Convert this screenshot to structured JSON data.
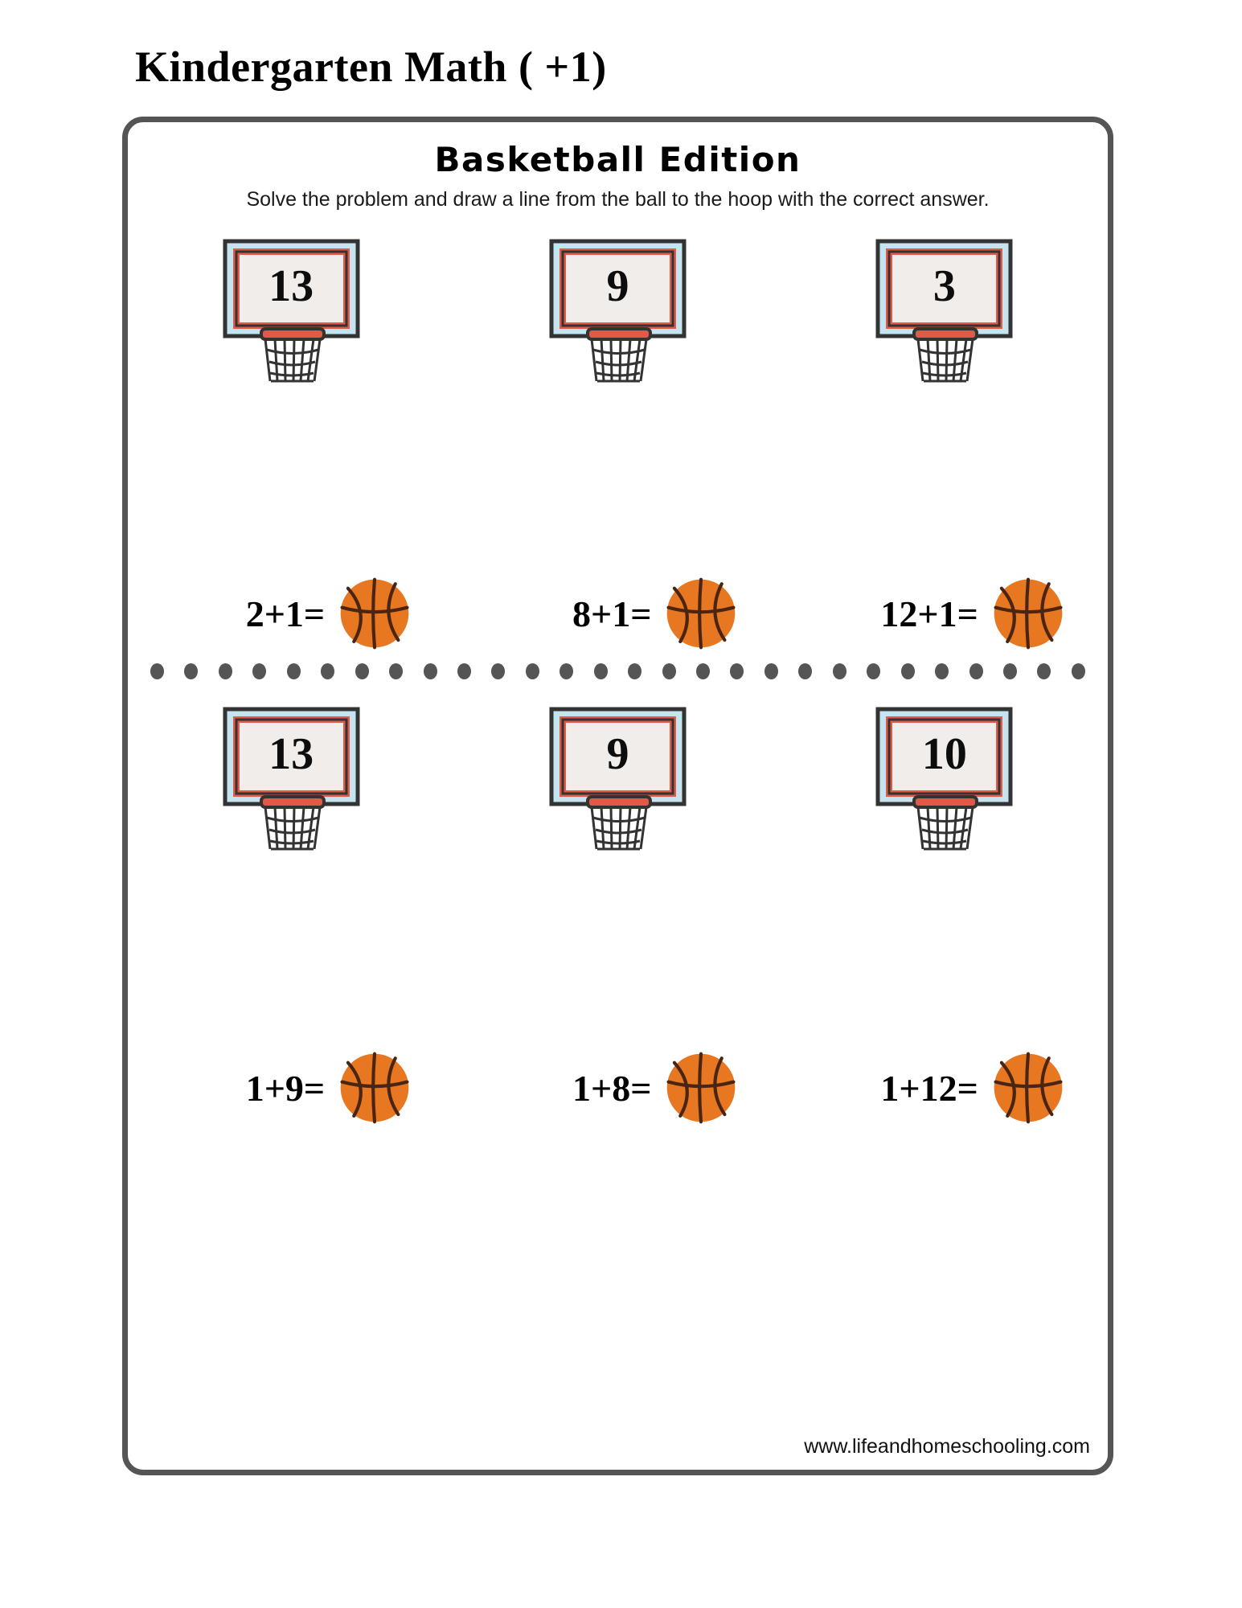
{
  "page": {
    "title": "Kindergarten Math ( +1)",
    "edition_title": "Basketball Edition",
    "instructions": "Solve the problem and draw a line from the ball to the hoop with the correct answer.",
    "footer_url": "www.lifeandhomeschooling.com"
  },
  "colors": {
    "frame_border": "#555555",
    "backboard_outer": "#C5E4F0",
    "backboard_inner_frame": "#E05A47",
    "backboard_face": "#F0EDEA",
    "outline_dark": "#333333",
    "ball_orange": "#E87722",
    "ball_seam": "#4A2511",
    "divider_dot": "#555555",
    "text": "#000000"
  },
  "sections": [
    {
      "name": "section-one",
      "hoops": [
        {
          "answer": "13"
        },
        {
          "answer": "9"
        },
        {
          "answer": "3"
        }
      ],
      "problems": [
        {
          "expression": "2+1="
        },
        {
          "expression": "8+1="
        },
        {
          "expression": "12+1="
        }
      ]
    },
    {
      "name": "section-two",
      "hoops": [
        {
          "answer": "13"
        },
        {
          "answer": "9"
        },
        {
          "answer": "10"
        }
      ],
      "problems": [
        {
          "expression": "1+9="
        },
        {
          "expression": "1+8="
        },
        {
          "expression": "1+12="
        }
      ]
    }
  ],
  "divider": {
    "dot_count": 28
  }
}
